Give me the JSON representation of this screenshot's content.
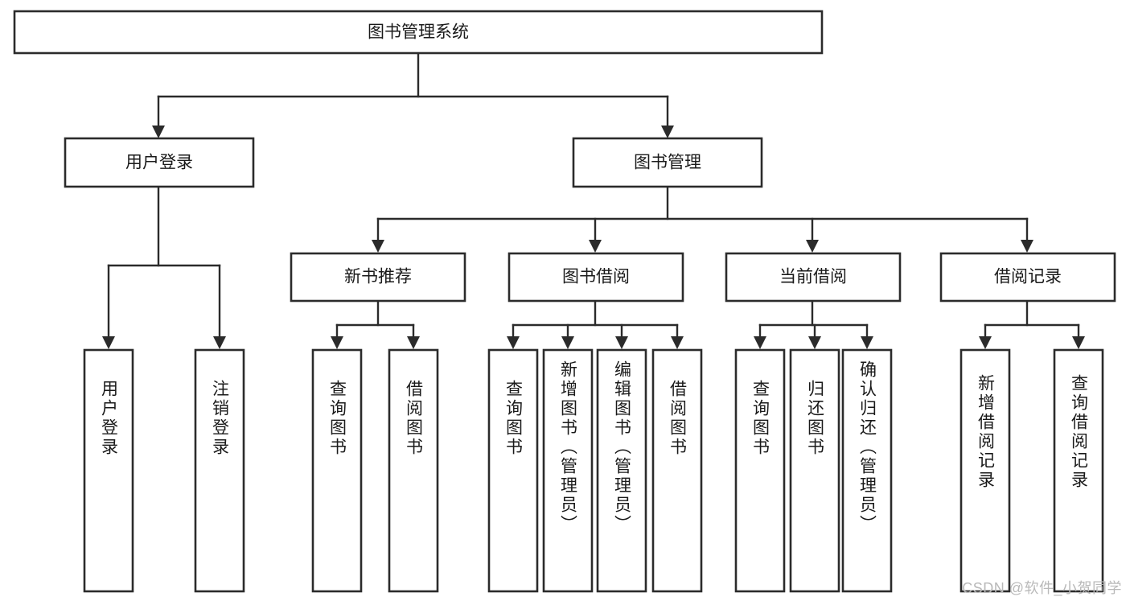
{
  "diagram": {
    "title": "图书管理系统",
    "type": "tree-hierarchy-diagram",
    "root": {
      "label": "图书管理系统"
    },
    "level1": [
      {
        "label": "用户登录"
      },
      {
        "label": "图书管理"
      }
    ],
    "level2": [
      {
        "label": "新书推荐"
      },
      {
        "label": "图书借阅"
      },
      {
        "label": "当前借阅"
      },
      {
        "label": "借阅记录"
      }
    ],
    "leaves": {
      "user_login": [
        {
          "label": "用户登录"
        },
        {
          "label": "注销登录"
        }
      ],
      "new_book_recommend": [
        {
          "label": "查询图书"
        },
        {
          "label": "借阅图书"
        }
      ],
      "book_borrow": [
        {
          "label": "查询图书"
        },
        {
          "label": "新增图书（管理员）"
        },
        {
          "label": "编辑图书（管理员）"
        },
        {
          "label": "借阅图书"
        }
      ],
      "current_borrow": [
        {
          "label": "查询图书"
        },
        {
          "label": "归还图书"
        },
        {
          "label": "确认归还（管理员）"
        }
      ],
      "borrow_record": [
        {
          "label": "新增借阅记录"
        },
        {
          "label": "查询借阅记录"
        }
      ]
    }
  },
  "watermark": {
    "text": "CSDN @软件_小贺同学"
  },
  "colors": {
    "stroke": "#2b2b2b",
    "fill": "#ffffff",
    "text": "#1a1a1a",
    "watermark": "#b9b9b9"
  }
}
